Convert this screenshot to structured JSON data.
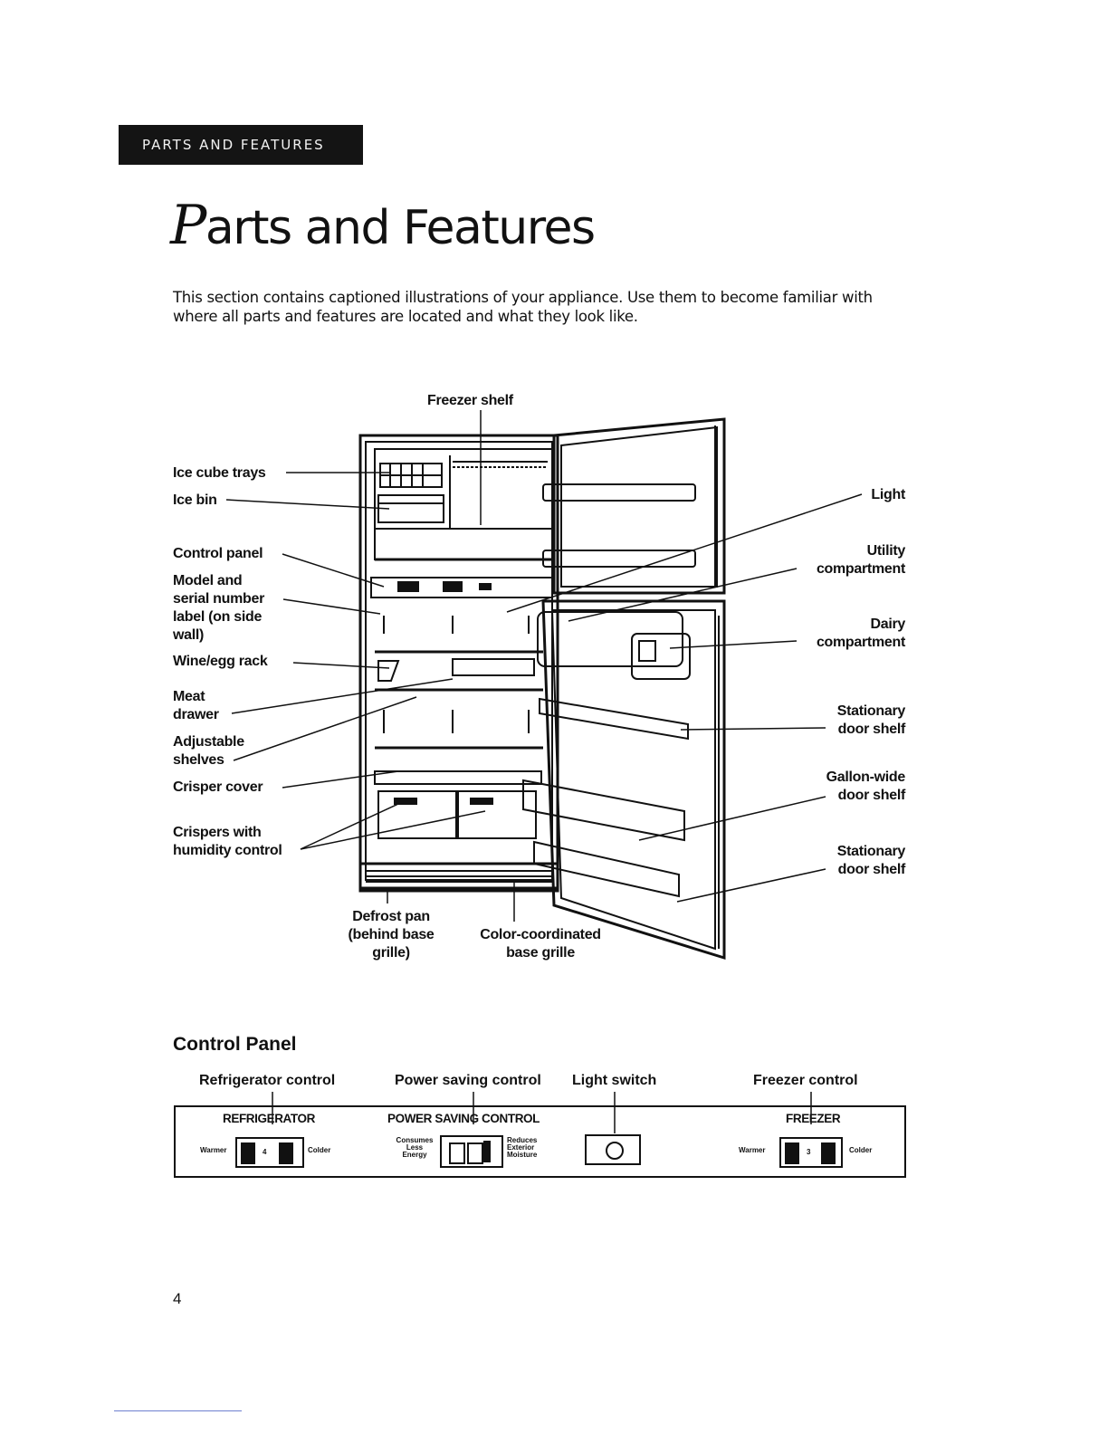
{
  "section_tab": "PARTS AND FEATURES",
  "title": {
    "initial": "P",
    "rest": "arts and Features"
  },
  "intro": "This section contains captioned illustrations of your appliance. Use them to become familiar with where all parts and features are located and what they look like.",
  "diagram_labels": {
    "freezer_shelf": "Freezer shelf",
    "ice_cube_trays": "Ice cube trays",
    "ice_bin": "Ice bin",
    "control_panel": "Control panel",
    "model_serial": [
      "Model and",
      "serial number",
      "label (on side",
      "wall)"
    ],
    "wine_egg_rack": "Wine/egg rack",
    "meat_drawer": [
      "Meat",
      "drawer"
    ],
    "adjustable_shelves": [
      "Adjustable",
      "shelves"
    ],
    "crisper_cover": "Crisper cover",
    "crispers": [
      "Crispers with",
      "humidity control"
    ],
    "defrost_pan": [
      "Defrost pan",
      "(behind base",
      "grille)"
    ],
    "base_grille": [
      "Color-coordinated",
      "base grille"
    ],
    "light": "Light",
    "utility_compartment": [
      "Utility",
      "compartment"
    ],
    "dairy_compartment": [
      "Dairy",
      "compartment"
    ],
    "stationary_shelf_1": [
      "Stationary",
      "door shelf"
    ],
    "gallon_shelf": [
      "Gallon-wide",
      "door shelf"
    ],
    "stationary_shelf_2": [
      "Stationary",
      "door shelf"
    ]
  },
  "control_panel": {
    "heading": "Control Panel",
    "callouts": {
      "refrigerator": "Refrigerator control",
      "power_saving": "Power saving control",
      "light_switch": "Light switch",
      "freezer": "Freezer control"
    },
    "refrigerator_caption": "REFRIGERATOR",
    "refrigerator_warmer": "Warmer",
    "refrigerator_colder": "Colder",
    "refrigerator_setting": "4",
    "power_caption": "POWER SAVING CONTROL",
    "power_left": [
      "Consumes",
      "Less",
      "Energy"
    ],
    "power_right": [
      "Reduces",
      "Exterior",
      "Moisture"
    ],
    "freezer_caption": "FREEZER",
    "freezer_warmer": "Warmer",
    "freezer_colder": "Colder",
    "freezer_setting": "3"
  },
  "page_number": "4"
}
